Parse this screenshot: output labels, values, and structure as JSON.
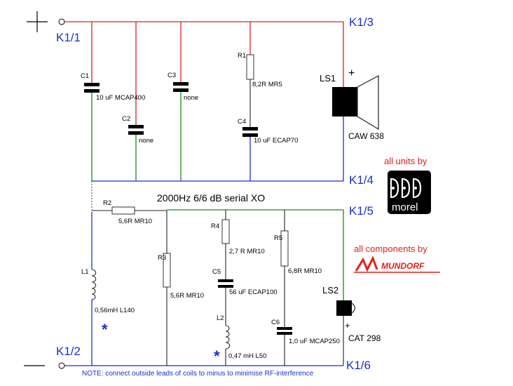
{
  "colors": {
    "positive_wire": "#e02020",
    "tweeter_return_wire": "#1a8a1a",
    "negative_wire": "#1a2fd6",
    "component_wire": "#222222",
    "terminal_text": "#1a2fd6",
    "accent_red": "#e0201a"
  },
  "polarity": {
    "plus": "+",
    "minus": "—"
  },
  "terminals": {
    "k1_1": "K1/1",
    "k1_2": "K1/2",
    "k1_3": "K1/3",
    "k1_4": "K1/4",
    "k1_5": "K1/5",
    "k1_6": "K1/6"
  },
  "title": "2000Hz  6/6 dB serial XO",
  "components": {
    "c1": {
      "ref": "C1",
      "value": "10 uF  MCAP400"
    },
    "c2": {
      "ref": "C2",
      "value": "none"
    },
    "c3": {
      "ref": "C3",
      "value": "none"
    },
    "r1": {
      "ref": "R1",
      "value": "8,2R MR5"
    },
    "c4": {
      "ref": "C4",
      "value": "10 uF ECAP70"
    },
    "r2": {
      "ref": "R2",
      "value": "5,6R MR10"
    },
    "r3": {
      "ref": "R3",
      "value": "5,6R MR10"
    },
    "r4": {
      "ref": "R4",
      "value": "2,7 R MR10"
    },
    "c5": {
      "ref": "C5",
      "value": "56 uF ECAP100"
    },
    "l1": {
      "ref": "L1",
      "value": "0,56mH  L140"
    },
    "l2": {
      "ref": "L2",
      "value": "0,47 mH L50"
    },
    "r5": {
      "ref": "R5",
      "value": "6,8R MR10"
    },
    "c6": {
      "ref": "C6",
      "value": "1,0 uF   MCAP250"
    }
  },
  "speakers": {
    "ls1": {
      "ref": "LS1",
      "model": "CAW 638",
      "polarity": "+"
    },
    "ls2": {
      "ref": "LS2",
      "model": "CAT 298",
      "polarity": "+"
    }
  },
  "branding": {
    "morel_note": "all units by",
    "morel_logo_text": "morel",
    "mundorf_note": "all components by",
    "mundorf_logo_text": "MUNDORF"
  },
  "coil_marker": "*",
  "footnote": "NOTE: connect outside leads of coils to minus to minimise RF-interference"
}
